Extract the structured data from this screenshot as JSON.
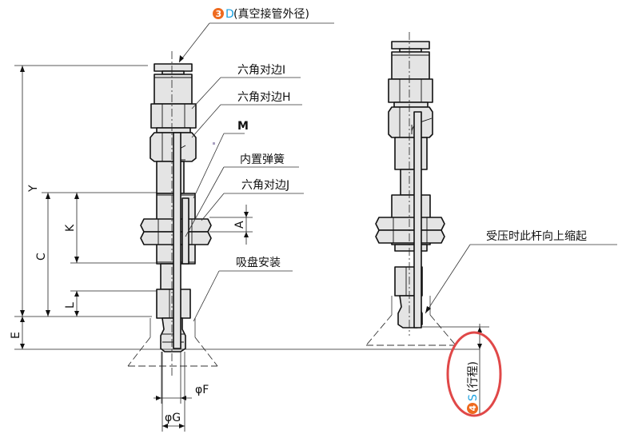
{
  "diagram": {
    "subject": "Buffered vacuum suction cup assembly (free state and compressed state)",
    "left_view": {
      "callouts": {
        "vacuum_port": {
          "badge": "3",
          "code": "D",
          "text": "(真空接管外径)"
        },
        "hex_i": "六角对边I",
        "hex_h": "六角对边H",
        "thread_m": "M",
        "spring": "内置弹簧",
        "hex_j": "六角对边J",
        "cup_mount": "吸盘安装"
      },
      "dimensions": {
        "y": "Y",
        "c": "C",
        "k": "K",
        "l": "L",
        "e": "E",
        "a": "A",
        "f": "φF",
        "g": "φG"
      }
    },
    "right_view": {
      "callouts": {
        "rod_retracts": "受压时此杆向上缩起"
      },
      "stroke": {
        "badge": "4",
        "code": "S",
        "text": "(行程)"
      }
    },
    "colors": {
      "badge": "#ee6a1f",
      "code_text": "#1aa0e0",
      "highlight": "#e04848",
      "part_fill": "#e4e4e4"
    }
  }
}
